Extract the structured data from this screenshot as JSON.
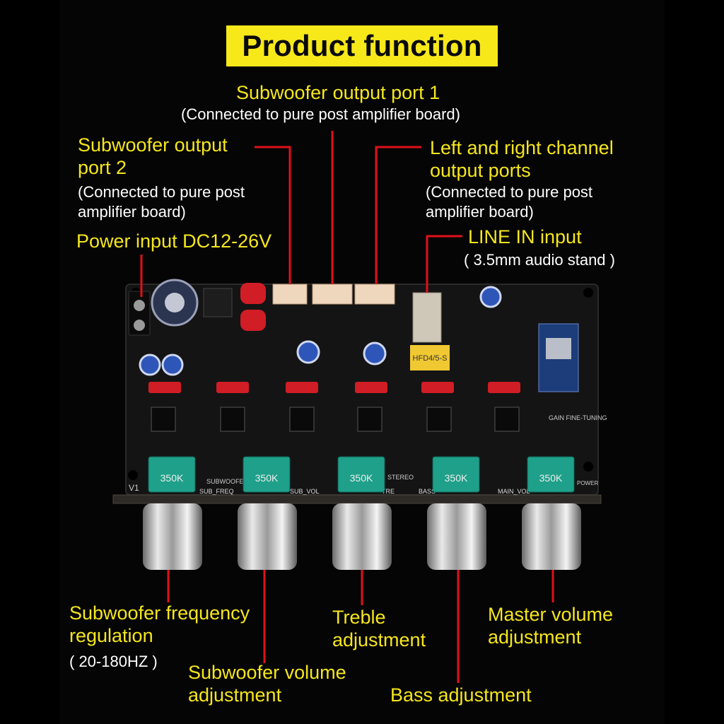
{
  "title": "Product function",
  "colors": {
    "label": "#f5e61c",
    "subtext": "#ffffff",
    "leader": "#e0101a",
    "title_bg": "#f7e81a",
    "pcb": "#141414",
    "knob": "#c9c9c9",
    "pot": "#1fa08a"
  },
  "callouts": {
    "sub_out1": {
      "label": "Subwoofer output port 1",
      "note": "(Connected to pure post amplifier board)"
    },
    "sub_out2": {
      "label_line1": "Subwoofer output",
      "label_line2": "port 2",
      "note_line1": "(Connected to pure post",
      "note_line2": "amplifier board)"
    },
    "lr_out": {
      "label_line1": "Left and right channel",
      "label_line2": "output ports",
      "note_line1": "(Connected to pure post",
      "note_line2": "amplifier board)"
    },
    "power": {
      "label": "Power input DC12-26V"
    },
    "line_in": {
      "label": "LINE IN input",
      "note": "( 3.5mm audio stand )"
    },
    "sub_freq": {
      "label_line1": "Subwoofer frequency",
      "label_line2": "regulation",
      "note": "( 20-180HZ )"
    },
    "sub_vol": {
      "label_line1": "Subwoofer volume",
      "label_line2": "adjustment"
    },
    "treble": {
      "label_line1": "Treble",
      "label_line2": "adjustment"
    },
    "bass": {
      "label": "Bass adjustment"
    },
    "master": {
      "label_line1": "Master volume",
      "label_line2": "adjustment"
    }
  },
  "board": {
    "pot_value": "350K",
    "silk": {
      "sub_freq": "SUB_FREQ",
      "subwoofer": "SUBWOOFER",
      "sub_vol": "SUB_VOL",
      "tre": "TRE",
      "stereo": "STEREO",
      "bass": "BASS",
      "main_vol": "MAIN_VOL",
      "v1": "V1",
      "gain": "GAIN FINE-TUNING",
      "relay": "HFD4/5-S",
      "power": "POWER"
    }
  }
}
